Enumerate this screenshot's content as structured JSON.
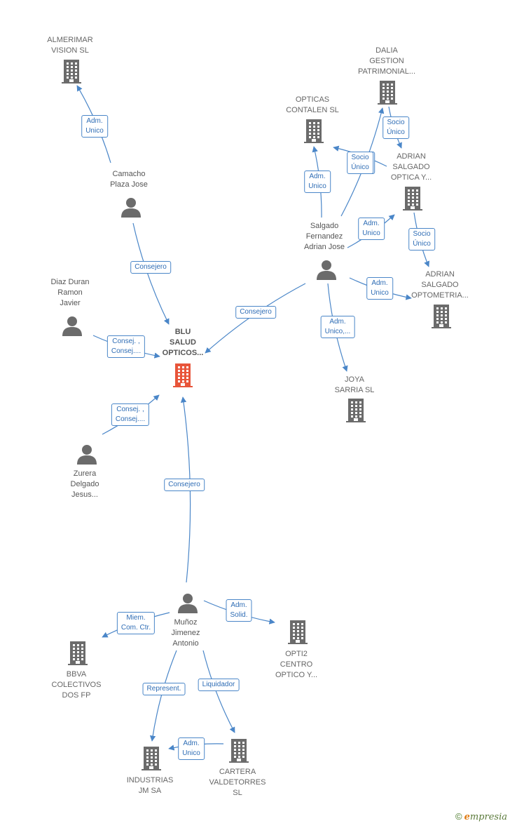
{
  "nodes": {
    "blu": {
      "type": "company",
      "main": true,
      "lines": [
        "BLU",
        "SALUD",
        "OPTICOS..."
      ]
    },
    "almerimar": {
      "type": "company",
      "lines": [
        "ALMERIMAR",
        "VISION  SL"
      ]
    },
    "dalia": {
      "type": "company",
      "lines": [
        "DALIA",
        "GESTION",
        "PATRIMONIAL..."
      ]
    },
    "opticas": {
      "type": "company",
      "lines": [
        "OPTICAS",
        "CONTALEN  SL"
      ]
    },
    "adrian_optica": {
      "type": "company",
      "lines": [
        "ADRIAN",
        "SALGADO",
        "OPTICA Y..."
      ]
    },
    "adrian_optometria": {
      "type": "company",
      "lines": [
        "ADRIAN",
        "SALGADO",
        "OPTOMETRIA..."
      ]
    },
    "joya": {
      "type": "company",
      "lines": [
        "JOYA",
        "SARRIA  SL"
      ]
    },
    "opti2": {
      "type": "company",
      "lines": [
        "OPTI2",
        "CENTRO",
        "OPTICO Y..."
      ]
    },
    "bbva": {
      "type": "company",
      "lines": [
        "BBVA",
        "COLECTIVOS",
        "DOS FP"
      ]
    },
    "industrias": {
      "type": "company",
      "lines": [
        "INDUSTRIAS",
        "JM SA"
      ]
    },
    "cartera": {
      "type": "company",
      "lines": [
        "CARTERA",
        "VALDETORRES",
        "SL"
      ]
    },
    "camacho": {
      "type": "person",
      "lines": [
        "Camacho",
        "Plaza Jose"
      ]
    },
    "salgado": {
      "type": "person",
      "lines": [
        "Salgado",
        "Fernandez",
        "Adrian Jose"
      ]
    },
    "diaz": {
      "type": "person",
      "lines": [
        "Diaz Duran",
        "Ramon",
        "Javier"
      ]
    },
    "zurera": {
      "type": "person",
      "lines": [
        "Zurera",
        "Delgado",
        "Jesus..."
      ]
    },
    "munoz": {
      "type": "person",
      "lines": [
        "Muñoz",
        "Jimenez",
        "Antonio"
      ]
    }
  },
  "edges": [
    {
      "id": "e1",
      "from": "camacho",
      "to": "almerimar",
      "label": [
        "Adm.",
        "Unico"
      ]
    },
    {
      "id": "e2",
      "from": "camacho",
      "to": "blu",
      "label": [
        "Consejero"
      ]
    },
    {
      "id": "e3",
      "from": "diaz",
      "to": "blu",
      "label": [
        "Consej. ,",
        "Consej...."
      ]
    },
    {
      "id": "e4",
      "from": "zurera",
      "to": "blu",
      "label": [
        "Consej. ,",
        "Consej...."
      ]
    },
    {
      "id": "e5",
      "from": "munoz",
      "to": "blu",
      "label": [
        "Consejero"
      ]
    },
    {
      "id": "e6",
      "from": "salgado",
      "to": "blu",
      "label": [
        "Consejero"
      ]
    },
    {
      "id": "e7",
      "from": "salgado",
      "to": "opticas",
      "label": [
        "Adm.",
        "Unico"
      ]
    },
    {
      "id": "e8",
      "from": "salgado",
      "to": "dalia",
      "label": [
        "Socio",
        "Único"
      ]
    },
    {
      "id": "e9",
      "from": "dalia",
      "to": "opticas",
      "label": [
        "Socio",
        "Único"
      ]
    },
    {
      "id": "e10",
      "from": "dalia",
      "to": "adrian_optica",
      "label": [
        "Socio",
        "Único"
      ]
    },
    {
      "id": "e11",
      "from": "salgado",
      "to": "adrian_optica",
      "label": [
        "Adm.",
        "Unico"
      ]
    },
    {
      "id": "e12",
      "from": "adrian_optica",
      "to": "adrian_optometria",
      "label": [
        "Socio",
        "Único"
      ]
    },
    {
      "id": "e13",
      "from": "salgado",
      "to": "adrian_optometria",
      "label": [
        "Adm.",
        "Unico"
      ]
    },
    {
      "id": "e14",
      "from": "salgado",
      "to": "joya",
      "label": [
        "Adm.",
        "Unico,..."
      ]
    },
    {
      "id": "e15",
      "from": "munoz",
      "to": "bbva",
      "label": [
        "Miem.",
        "Com. Ctr."
      ]
    },
    {
      "id": "e16",
      "from": "munoz",
      "to": "opti2",
      "label": [
        "Adm.",
        "Solid."
      ]
    },
    {
      "id": "e17",
      "from": "munoz",
      "to": "industrias",
      "label": [
        "Represent."
      ]
    },
    {
      "id": "e18",
      "from": "munoz",
      "to": "cartera",
      "label": [
        "Liquidador"
      ]
    },
    {
      "id": "e19",
      "from": "cartera",
      "to": "industrias",
      "label": [
        "Adm.",
        "Unico"
      ]
    }
  ],
  "colors": {
    "edge": "#4a86c8",
    "node_icon": "#6b6b6b",
    "main_icon": "#e8553a",
    "edge_label_text": "#2f6db5"
  },
  "footer": {
    "copyright": "©",
    "brand_first": "e",
    "brand_rest": "mpresia"
  }
}
